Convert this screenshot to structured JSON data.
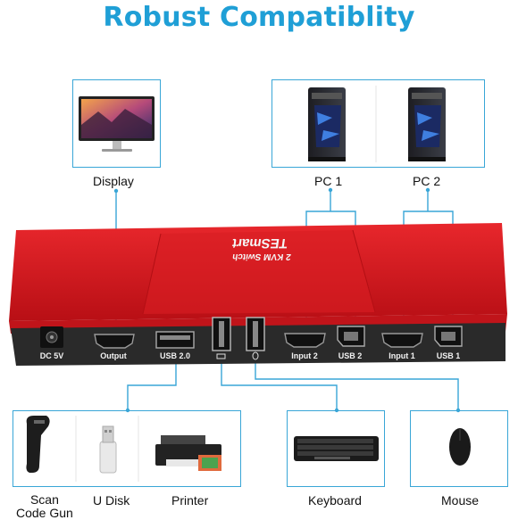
{
  "title": "Robust Compatiblity",
  "devices": {
    "display": "Display",
    "pc1": "PC 1",
    "pc2": "PC 2",
    "scan": "Scan\nCode Gun",
    "udisk": "U Disk",
    "printer": "Printer",
    "keyboard": "Keyboard",
    "mouse": "Mouse"
  },
  "switch": {
    "brand": "TESmart",
    "model": "2 KVM Switch",
    "ports": {
      "dc": "DC 5V",
      "output": "Output",
      "usb20": "USB 2.0",
      "input2": "Input 2",
      "usb2": "USB 2",
      "input1": "Input 1",
      "usb1": "USB 1"
    }
  },
  "colors": {
    "title": "#1f9fd6",
    "line": "#39a6d7",
    "switch_red": "#d8171d",
    "panel": "#2a2a2a"
  }
}
